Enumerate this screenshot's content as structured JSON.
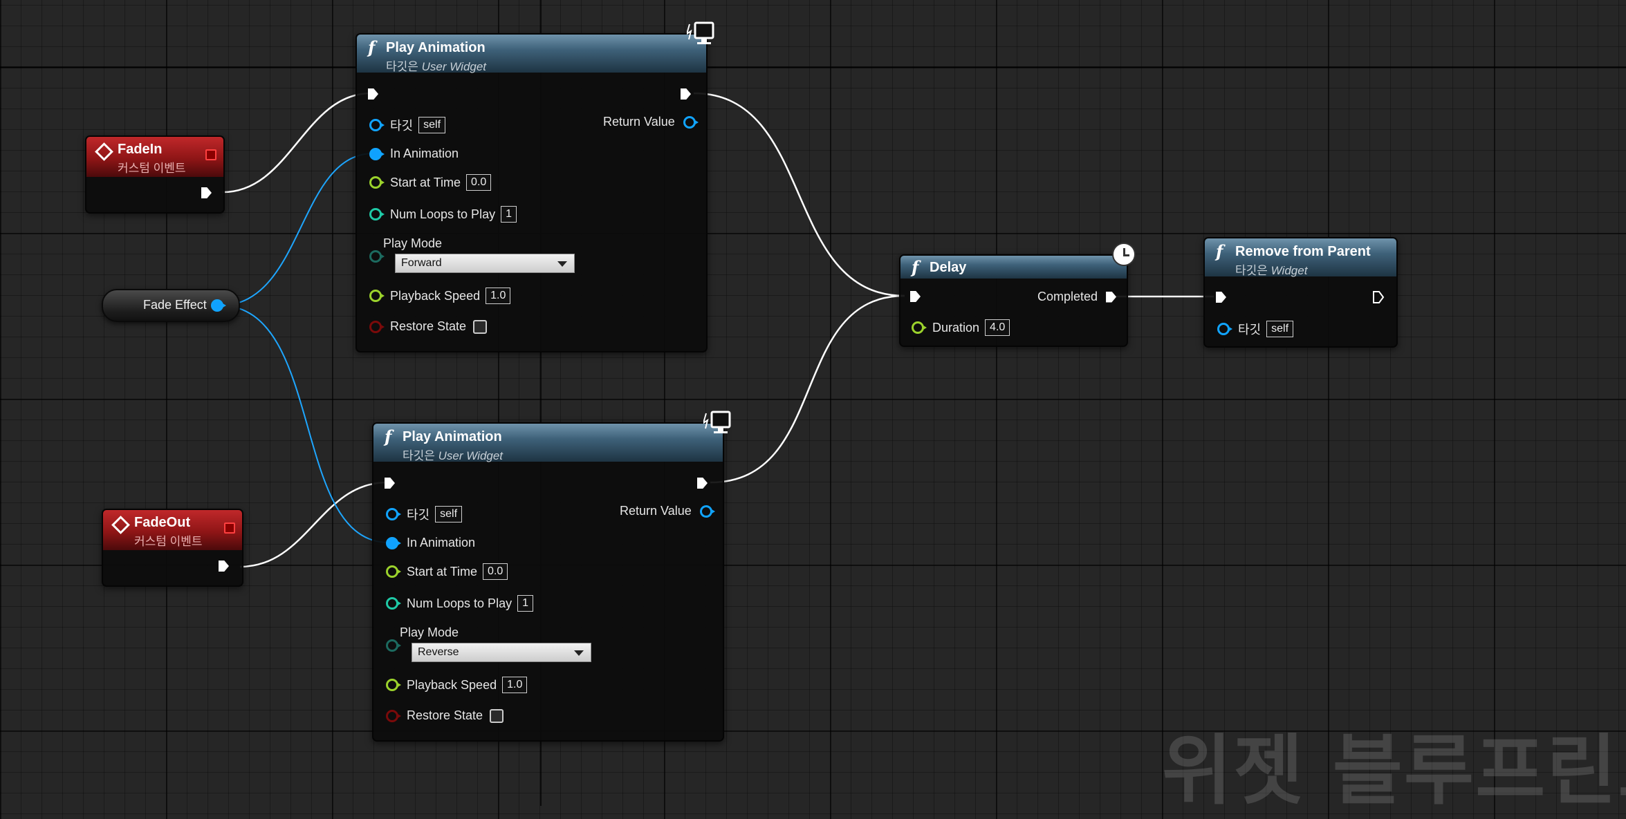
{
  "watermark": "위젯 블루프린트",
  "nodes": {
    "fade_in": {
      "title": "FadeIn",
      "subtitle": "커스텀 이벤트"
    },
    "fade_out": {
      "title": "FadeOut",
      "subtitle": "커스텀 이벤트"
    },
    "fade_effect": {
      "label": "Fade Effect"
    },
    "play_animation_1": {
      "title": "Play Animation",
      "subtitle_prefix": "타깃은 ",
      "subtitle_target": "User Widget",
      "target_label": "타깃",
      "target_value": "self",
      "return_label": "Return Value",
      "in_animation_label": "In Animation",
      "start_at_time_label": "Start at Time",
      "start_at_time_value": "0.0",
      "num_loops_label": "Num Loops to Play",
      "num_loops_value": "1",
      "play_mode_label": "Play Mode",
      "play_mode_value": "Forward",
      "playback_speed_label": "Playback Speed",
      "playback_speed_value": "1.0",
      "restore_state_label": "Restore State"
    },
    "play_animation_2": {
      "title": "Play Animation",
      "subtitle_prefix": "타깃은 ",
      "subtitle_target": "User Widget",
      "target_label": "타깃",
      "target_value": "self",
      "return_label": "Return Value",
      "in_animation_label": "In Animation",
      "start_at_time_label": "Start at Time",
      "start_at_time_value": "0.0",
      "num_loops_label": "Num Loops to Play",
      "num_loops_value": "1",
      "play_mode_label": "Play Mode",
      "play_mode_value": "Reverse",
      "playback_speed_label": "Playback Speed",
      "playback_speed_value": "1.0",
      "restore_state_label": "Restore State"
    },
    "delay": {
      "title": "Delay",
      "completed_label": "Completed",
      "duration_label": "Duration",
      "duration_value": "4.0"
    },
    "remove_from_parent": {
      "title": "Remove from Parent",
      "subtitle_prefix": "타깃은 ",
      "subtitle_target": "Widget",
      "target_label": "타깃",
      "target_value": "self"
    }
  },
  "colors": {
    "exec_wire": "#ffffff",
    "object_wire": "#1ea6ff",
    "function_header": "#3e6179",
    "event_header": "#8e1516",
    "float_pin": "#9bd22c",
    "int_pin": "#1fc9a6",
    "bool_pin": "#7a0a0a"
  },
  "icons": [
    "function-icon",
    "event-diamond-icon",
    "delegate-pin-icon",
    "clock-icon",
    "widget-monitor-icon",
    "exec-pin-icon",
    "data-pin-icon",
    "dropdown-arrow-icon"
  ]
}
